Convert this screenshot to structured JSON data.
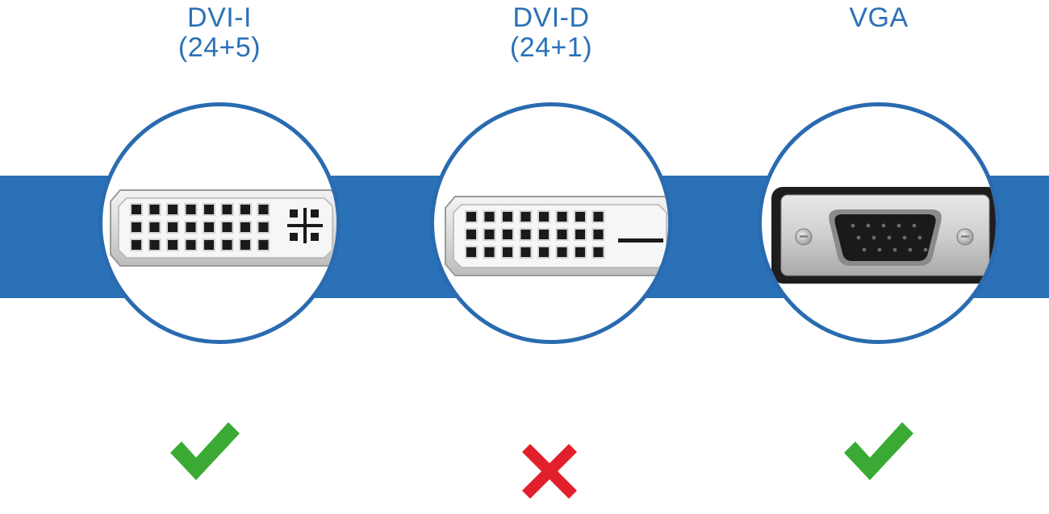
{
  "colors": {
    "band": "#2a71b7",
    "circle_border": "#2a6bb0",
    "label": "#2a71b7",
    "check": "#3aaa35",
    "cross": "#e2202b"
  },
  "ports": [
    {
      "name": "DVI-I",
      "pins": "(24+5)",
      "compatible": true,
      "indicator_icon": "check-icon"
    },
    {
      "name": "DVI-D",
      "pins": "(24+1)",
      "compatible": false,
      "indicator_icon": "cross-icon"
    },
    {
      "name": "VGA",
      "pins": "",
      "compatible": true,
      "indicator_icon": "check-icon"
    }
  ]
}
